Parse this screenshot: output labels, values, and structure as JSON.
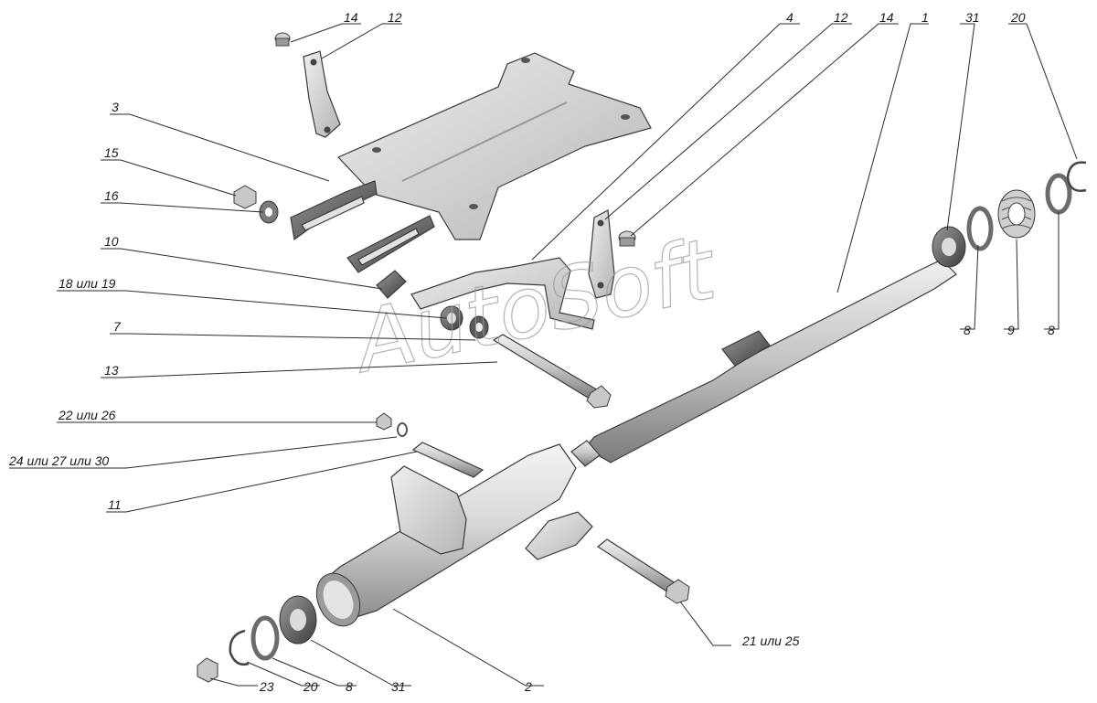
{
  "diagram": {
    "watermark": "AutoSoft",
    "callouts": {
      "c14_top": "14",
      "c12_top": "12",
      "c4": "4",
      "c12_mid": "12",
      "c14_mid": "14",
      "c1": "1",
      "c31_right": "31",
      "c20_right": "20",
      "c3": "3",
      "c15": "15",
      "c16": "16",
      "c10": "10",
      "c18": "18 или 19",
      "c7": "7",
      "c13": "13",
      "c22": "22 или 26",
      "c24": "24 или 27 или 30",
      "c11": "11",
      "c8_r1": "8",
      "c9": "9",
      "c8_r2": "8",
      "c21": "21 или 25",
      "c23": "23",
      "c20_bottom": "20",
      "c8_bottom": "8",
      "c31_bottom": "31",
      "c2": "2"
    }
  }
}
